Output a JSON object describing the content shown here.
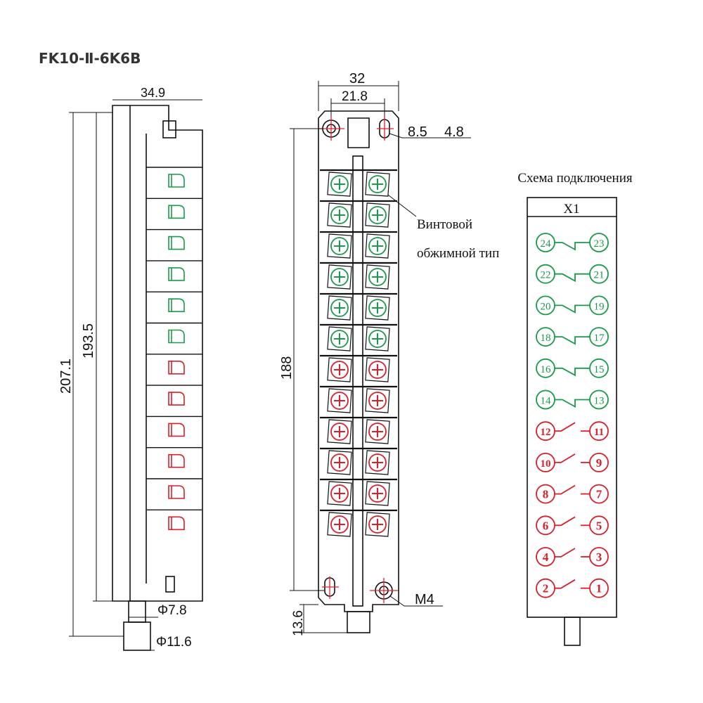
{
  "title": "FK10-Ⅱ-6K6B",
  "side_view": {
    "dim_width": "34.9",
    "dim_total_height": "207.1",
    "dim_body_height": "193.5",
    "dim_inner_dia": "Φ7.8",
    "dim_outer_dia": "Φ11.6"
  },
  "front_view": {
    "dim_width": "32",
    "dim_hole_spacing": "21.8",
    "dim_slot_length": "8.5",
    "dim_slot_width": "4.8",
    "dim_height": "188",
    "dim_stem": "13.6",
    "mount_screw": "M4",
    "callout_line1": "Винтовой",
    "callout_line2": "обжимной тип"
  },
  "schematic": {
    "heading": "Схема подключения",
    "connector": "X1",
    "pairs": [
      {
        "left": "24",
        "right": "23",
        "type": "NC",
        "color": "#1a9a4a"
      },
      {
        "left": "22",
        "right": "21",
        "type": "NC",
        "color": "#1a9a4a"
      },
      {
        "left": "20",
        "right": "19",
        "type": "NC",
        "color": "#1a9a4a"
      },
      {
        "left": "18",
        "right": "17",
        "type": "NC",
        "color": "#1a9a4a"
      },
      {
        "left": "16",
        "right": "15",
        "type": "NC",
        "color": "#1a9a4a"
      },
      {
        "left": "14",
        "right": "13",
        "type": "NC",
        "color": "#1a9a4a"
      },
      {
        "left": "12",
        "right": "11",
        "type": "NO",
        "color": "#d8202a"
      },
      {
        "left": "10",
        "right": "9",
        "type": "NO",
        "color": "#d8202a"
      },
      {
        "left": "8",
        "right": "7",
        "type": "NO",
        "color": "#d8202a"
      },
      {
        "left": "6",
        "right": "5",
        "type": "NO",
        "color": "#d8202a"
      },
      {
        "left": "4",
        "right": "3",
        "type": "NO",
        "color": "#d8202a"
      },
      {
        "left": "2",
        "right": "1",
        "type": "NO",
        "color": "#d8202a"
      }
    ]
  },
  "colors": {
    "nc": "#1a9a4a",
    "no": "#d8202a",
    "centerline": "#e0202a"
  }
}
